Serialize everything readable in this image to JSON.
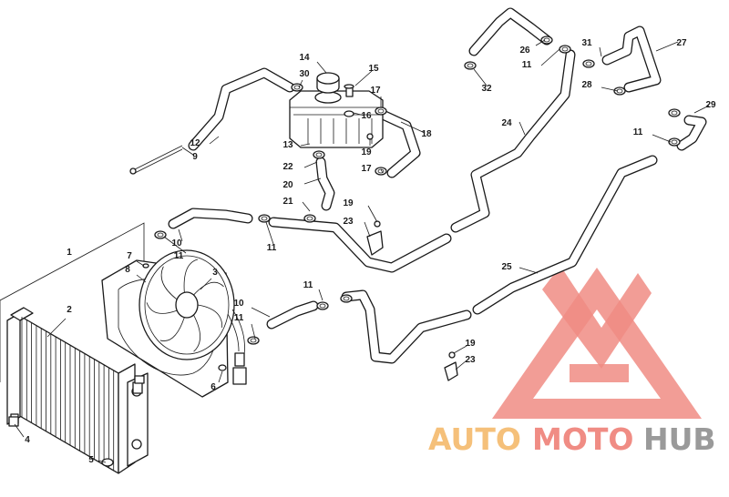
{
  "callouts": [
    {
      "id": "c1",
      "label": "1"
    },
    {
      "id": "c2",
      "label": "2"
    },
    {
      "id": "c3",
      "label": "3"
    },
    {
      "id": "c4",
      "label": "4"
    },
    {
      "id": "c5",
      "label": "5"
    },
    {
      "id": "c6",
      "label": "6"
    },
    {
      "id": "c7",
      "label": "7"
    },
    {
      "id": "c8",
      "label": "8"
    },
    {
      "id": "c9",
      "label": "9"
    },
    {
      "id": "c10a",
      "label": "10"
    },
    {
      "id": "c10b",
      "label": "10"
    },
    {
      "id": "c11a",
      "label": "11"
    },
    {
      "id": "c11b",
      "label": "11"
    },
    {
      "id": "c11c",
      "label": "11"
    },
    {
      "id": "c11d",
      "label": "11"
    },
    {
      "id": "c11e",
      "label": "11"
    },
    {
      "id": "c11f",
      "label": "11"
    },
    {
      "id": "c12",
      "label": "12"
    },
    {
      "id": "c13",
      "label": "13"
    },
    {
      "id": "c14",
      "label": "14"
    },
    {
      "id": "c15",
      "label": "15"
    },
    {
      "id": "c16",
      "label": "16"
    },
    {
      "id": "c17a",
      "label": "17"
    },
    {
      "id": "c17b",
      "label": "17"
    },
    {
      "id": "c18",
      "label": "18"
    },
    {
      "id": "c19a",
      "label": "19"
    },
    {
      "id": "c19b",
      "label": "19"
    },
    {
      "id": "c19c",
      "label": "19"
    },
    {
      "id": "c20",
      "label": "20"
    },
    {
      "id": "c21",
      "label": "21"
    },
    {
      "id": "c22",
      "label": "22"
    },
    {
      "id": "c23a",
      "label": "23"
    },
    {
      "id": "c23b",
      "label": "23"
    },
    {
      "id": "c24",
      "label": "24"
    },
    {
      "id": "c25",
      "label": "25"
    },
    {
      "id": "c26",
      "label": "26"
    },
    {
      "id": "c27",
      "label": "27"
    },
    {
      "id": "c28",
      "label": "28"
    },
    {
      "id": "c29",
      "label": "29"
    },
    {
      "id": "c30",
      "label": "30"
    },
    {
      "id": "c31",
      "label": "31"
    },
    {
      "id": "c32",
      "label": "32"
    }
  ],
  "watermark": {
    "part1": "AUTO",
    "part2": "MOTO",
    "part3": "HUB",
    "color_auto": "#f5c07a",
    "color_moto": "#f08c84",
    "color_hub": "#9a9a9a",
    "logo_color": "#f08c84"
  }
}
